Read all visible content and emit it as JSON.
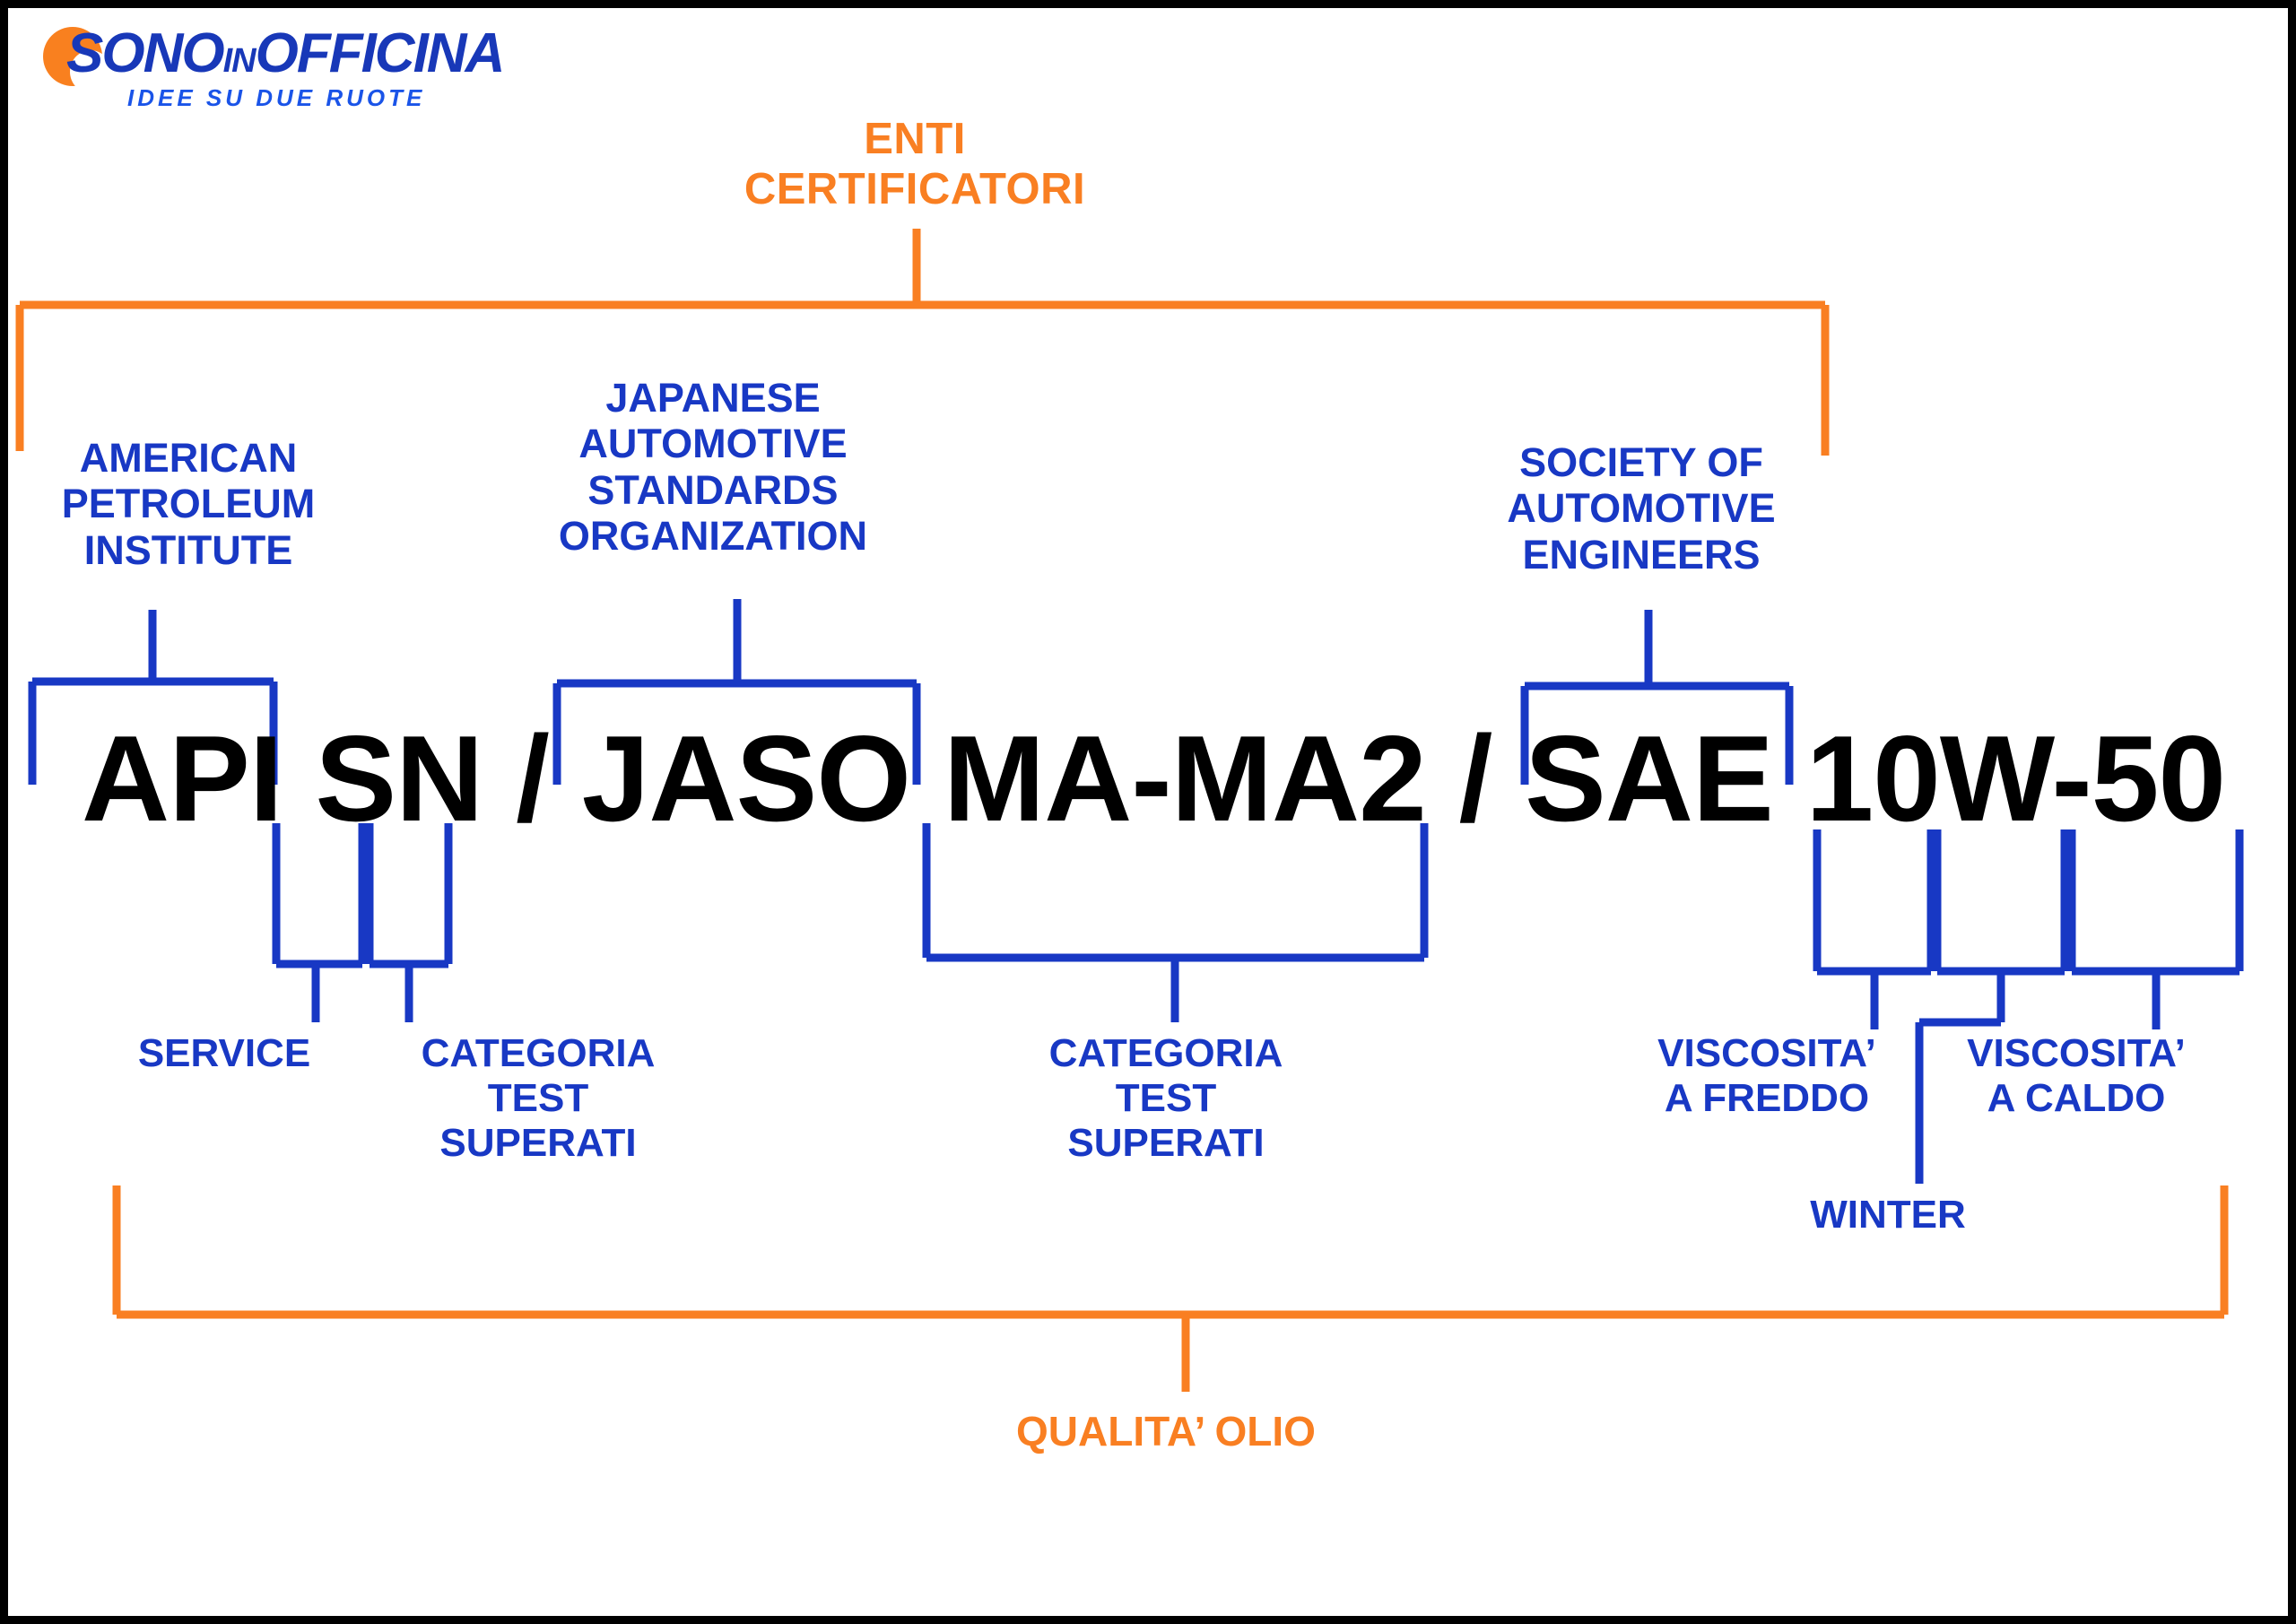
{
  "brand": {
    "name_part1": "S",
    "name_part2": "ONO",
    "name_badge": "IN",
    "name_part3": "OFFICINA",
    "wordmark": "SONO",
    "wordmark_tail": "OFFICINA",
    "badge": "IN",
    "tagline": "IDEE SU DUE RUOTE"
  },
  "colors": {
    "orange": "#f97f22",
    "blue": "#1838c4",
    "logo_blue": "#1838b8",
    "black": "#000000",
    "white": "#ffffff"
  },
  "headings": {
    "top": "ENTI\nCERTIFICATORI",
    "bottom": "QUALITA’ OLIO"
  },
  "organizations": [
    {
      "id": "api",
      "label": "AMERICAN\nPETROLEUM\nINSTITUTE"
    },
    {
      "id": "jaso",
      "label": "JAPANESE\nAUTOMOTIVE\nSTANDARDS\nORGANIZATION"
    },
    {
      "id": "sae",
      "label": "SOCIETY OF\nAUTOMOTIVE\nENGINEERS"
    }
  ],
  "oil_code": {
    "full": "API SN / JASO MA-MA2 / SAE 10W-50",
    "segments": [
      {
        "token": "API",
        "meaning": "AMERICAN PETROLEUM INSTITUTE"
      },
      {
        "token": "SN",
        "meaning": "SERVICE + CATEGORIA TEST SUPERATI"
      },
      {
        "token": "JASO",
        "meaning": "JAPANESE AUTOMOTIVE STANDARDS ORGANIZATION"
      },
      {
        "token": "MA-MA2",
        "meaning": "CATEGORIA TEST SUPERATI"
      },
      {
        "token": "SAE",
        "meaning": "SOCIETY OF AUTOMOTIVE ENGINEERS"
      },
      {
        "token": "10",
        "meaning": "VISCOSITA’ A FREDDO"
      },
      {
        "token": "W",
        "meaning": "WINTER"
      },
      {
        "token": "50",
        "meaning": "VISCOSITA’ A CALDO"
      }
    ]
  },
  "annotations": [
    {
      "id": "service",
      "label": "SERVICE"
    },
    {
      "id": "api-cat",
      "label": "CATEGORIA\nTEST\nSUPERATI"
    },
    {
      "id": "jaso-cat",
      "label": "CATEGORIA\nTEST\nSUPERATI"
    },
    {
      "id": "visc-freddo",
      "label": "VISCOSITA’\nA FREDDO"
    },
    {
      "id": "visc-caldo",
      "label": "VISCOSITA’\nA CALDO"
    },
    {
      "id": "winter",
      "label": "WINTER"
    }
  ]
}
